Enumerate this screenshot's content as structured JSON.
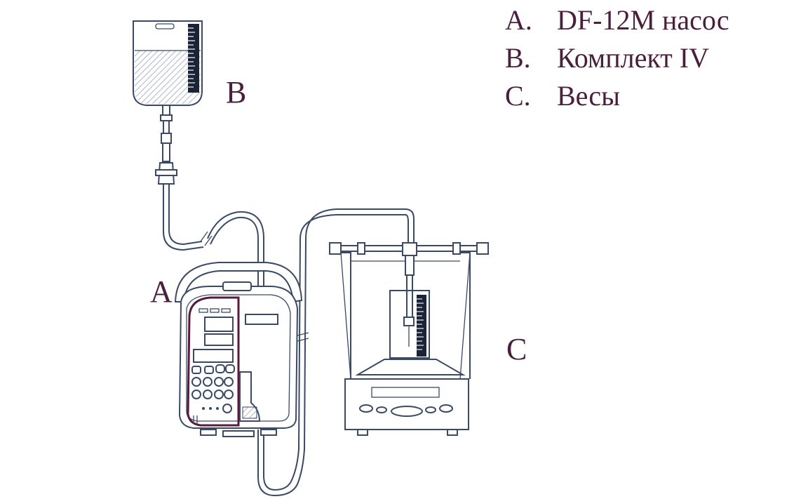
{
  "legend": [
    {
      "key": "A.",
      "text": "DF-12M насос"
    },
    {
      "key": "B.",
      "text": "Комплект IV"
    },
    {
      "key": "C.",
      "text": "Весы"
    }
  ],
  "callouts": {
    "a": "A",
    "b": "B",
    "c": "C"
  },
  "colors": {
    "label": "#4a1f3c",
    "line": "#3a4a66",
    "accent": "#5a1a3c"
  }
}
